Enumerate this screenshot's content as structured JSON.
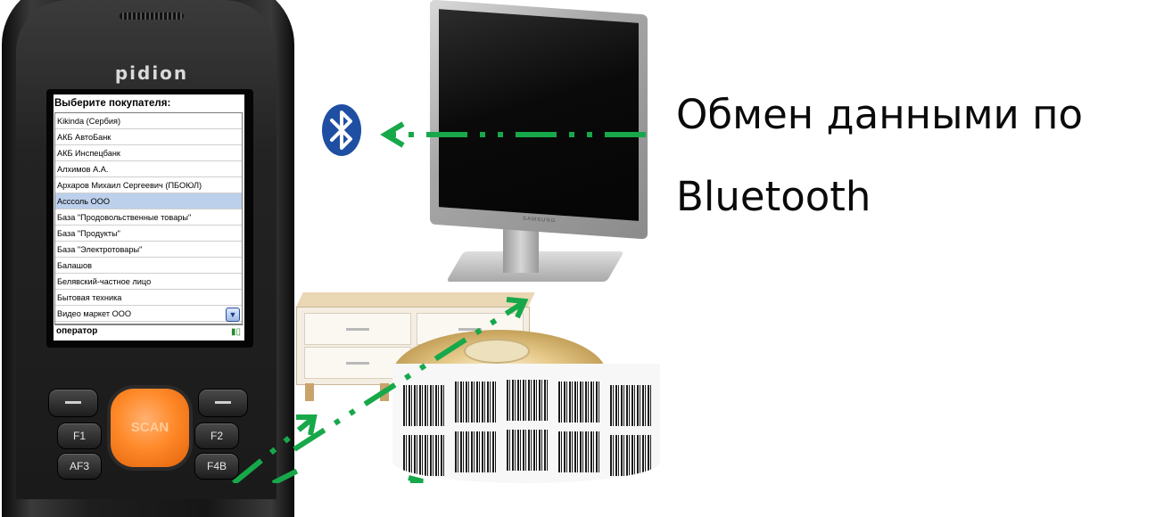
{
  "device": {
    "brand": "pidion",
    "screen_title": "Выберите покупателя:",
    "customers": [
      "Kikinda (Сербия)",
      "АКБ АвтоБанк",
      "АКБ Инспецбанк",
      "Алхимов А.А.",
      "Архаров Михаил Сергеевич (ПБОЮЛ)",
      "Асссоль ООО",
      "База \"Продовольственные товары\"",
      "База \"Продукты\"",
      "База \"Электротовары\"",
      "Балашов",
      "Белявский-частное лицо",
      "Бытовая техника",
      "Видео маркет ООО"
    ],
    "selected_index": 5,
    "status_user": "оператор",
    "keys": {
      "scan": "SCAN",
      "f1": "F1",
      "f2": "F2",
      "f3": "AF3",
      "f4": "F4B"
    }
  },
  "monitor": {
    "logo": "SAMSUNG"
  },
  "caption": {
    "line1": "Обмен данными по",
    "line2": "Bluetooth"
  },
  "colors": {
    "arrow": "#17a84a",
    "bluetooth": "#1f4fa3"
  },
  "icons": [
    "bluetooth-icon",
    "scroll-down-icon",
    "battery-icon"
  ]
}
